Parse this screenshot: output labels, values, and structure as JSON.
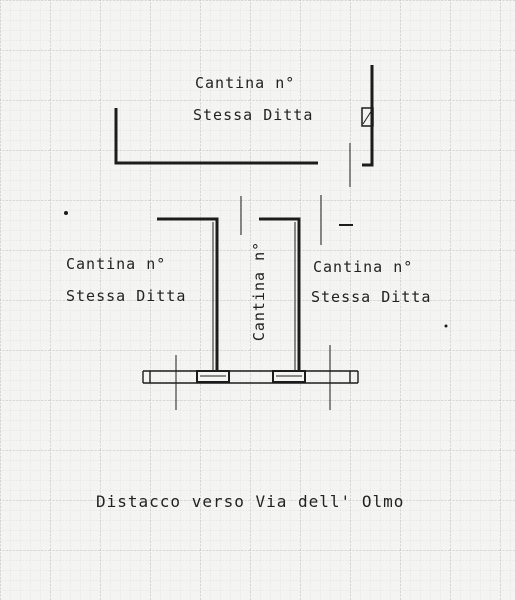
{
  "labels": {
    "top_line1": "Cantina n°",
    "top_line2": "Stessa Ditta",
    "left_line1": "Cantina n°",
    "left_line2": "Stessa Ditta",
    "middle": "Cantina n°",
    "right_line1": "Cantina n°",
    "right_line2": "Stessa Ditta",
    "bottom": "Distacco verso Via dell' Olmo"
  },
  "colors": {
    "paper": "#f4f4f2",
    "grid": "#b9b9b9",
    "ink": "#1c1c1c"
  }
}
